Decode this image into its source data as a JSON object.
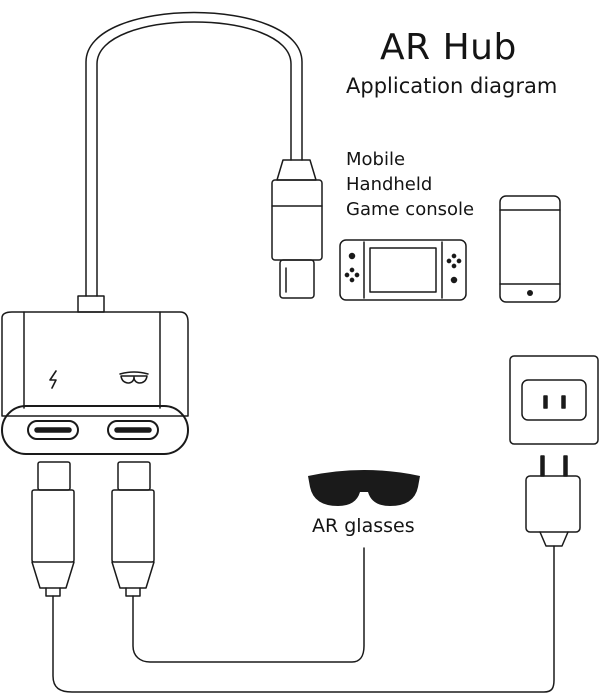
{
  "header": {
    "title": "AR Hub",
    "subtitle": "Application diagram"
  },
  "devices": {
    "labels": [
      "Mobile",
      "Handheld",
      "Game console"
    ]
  },
  "glasses": {
    "label": "AR glasses"
  },
  "hub": {
    "port_icons": [
      "lightning-icon",
      "glasses-icon"
    ]
  },
  "colors": {
    "line": "#1a1a1a",
    "fill": "#1a1a1a",
    "background": "#ffffff"
  }
}
